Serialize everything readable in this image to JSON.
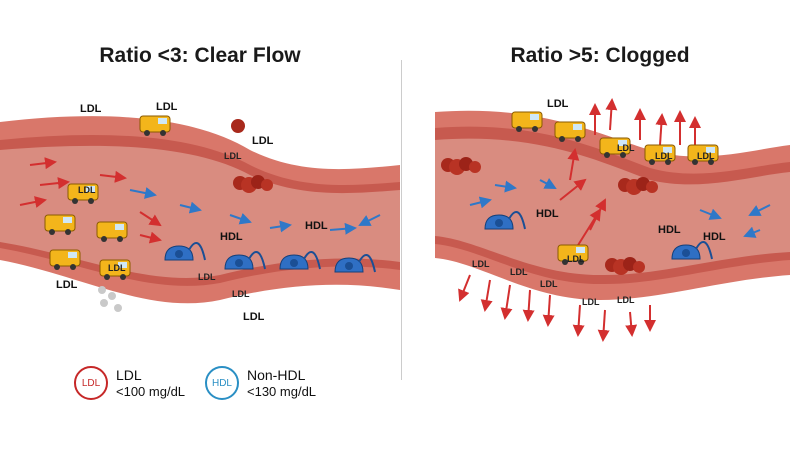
{
  "left_panel": {
    "title": "Ratio <3: Clear Flow",
    "labels": [
      "LDL",
      "LDL",
      "LDL",
      "LDL",
      "LDL",
      "HDL",
      "HDL",
      "LDL",
      "LDL",
      "LDL",
      "LDL",
      "LDL"
    ]
  },
  "right_panel": {
    "title": "Ratio >5: Clogged",
    "labels": [
      "LDL",
      "LDL",
      "LDL",
      "LDL",
      "HDL",
      "HDL",
      "HDL",
      "LDL",
      "LDL",
      "LDL",
      "LDL",
      "LDL",
      "LDL"
    ]
  },
  "legend": [
    {
      "badge": "LDL",
      "name": "LDL",
      "value": "<100 mg/dL",
      "color": "#c62828"
    },
    {
      "badge": "HDL",
      "name": "Non-HDL",
      "value": "<130 mg/dL",
      "color": "#2a8fc4"
    }
  ]
}
